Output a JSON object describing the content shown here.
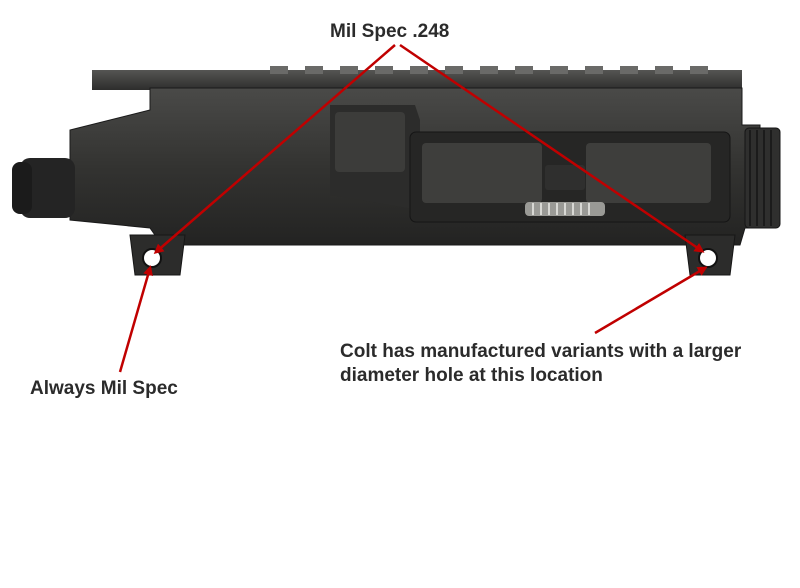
{
  "annotations": {
    "top": "Mil Spec .248",
    "left": "Always Mil Spec",
    "right_line1": "Colt has manufactured variants with a larger",
    "right_line2": "diameter hole at this location"
  },
  "colors": {
    "arrow": "#c00000",
    "receiver": "#3a3a3a",
    "receiver_dark": "#1f1f1f",
    "text": "#2b2b2b"
  }
}
